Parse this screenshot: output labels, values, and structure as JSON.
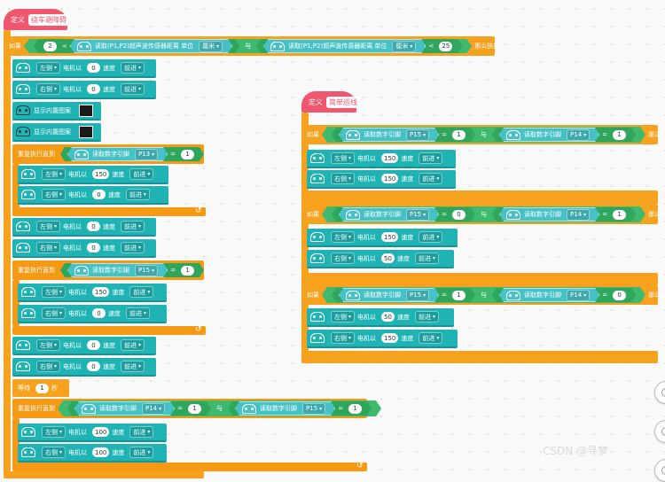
{
  "labels": {
    "define": "定义",
    "if": "如果",
    "then": "那么执行",
    "repeat_until": "重复执行直到",
    "and": "与",
    "wait": "等待",
    "seconds": "秒",
    "lt": "<",
    "eq": "="
  },
  "proc1": {
    "name": "绕车避障碍",
    "sensor_text": "读取(P1,P2)超声波传感器距离 单位",
    "unit": "厘米",
    "left_value": "2",
    "right_value": "25",
    "show_pattern": "显示内置图案",
    "wait_value": "1"
  },
  "proc2": {
    "name": "简单巡线"
  },
  "motor": {
    "left": "左侧",
    "right": "右侧",
    "motor_at": "电机以",
    "speed": "速度",
    "forward": "前进"
  },
  "pin": {
    "read": "读取数字引脚",
    "p13": "P13",
    "p14": "P14",
    "p15": "P15"
  },
  "values": {
    "v0": "0",
    "v1": "1",
    "v50": "50",
    "v100": "100",
    "v150": "150"
  },
  "watermark": "CSDN @寻梦"
}
